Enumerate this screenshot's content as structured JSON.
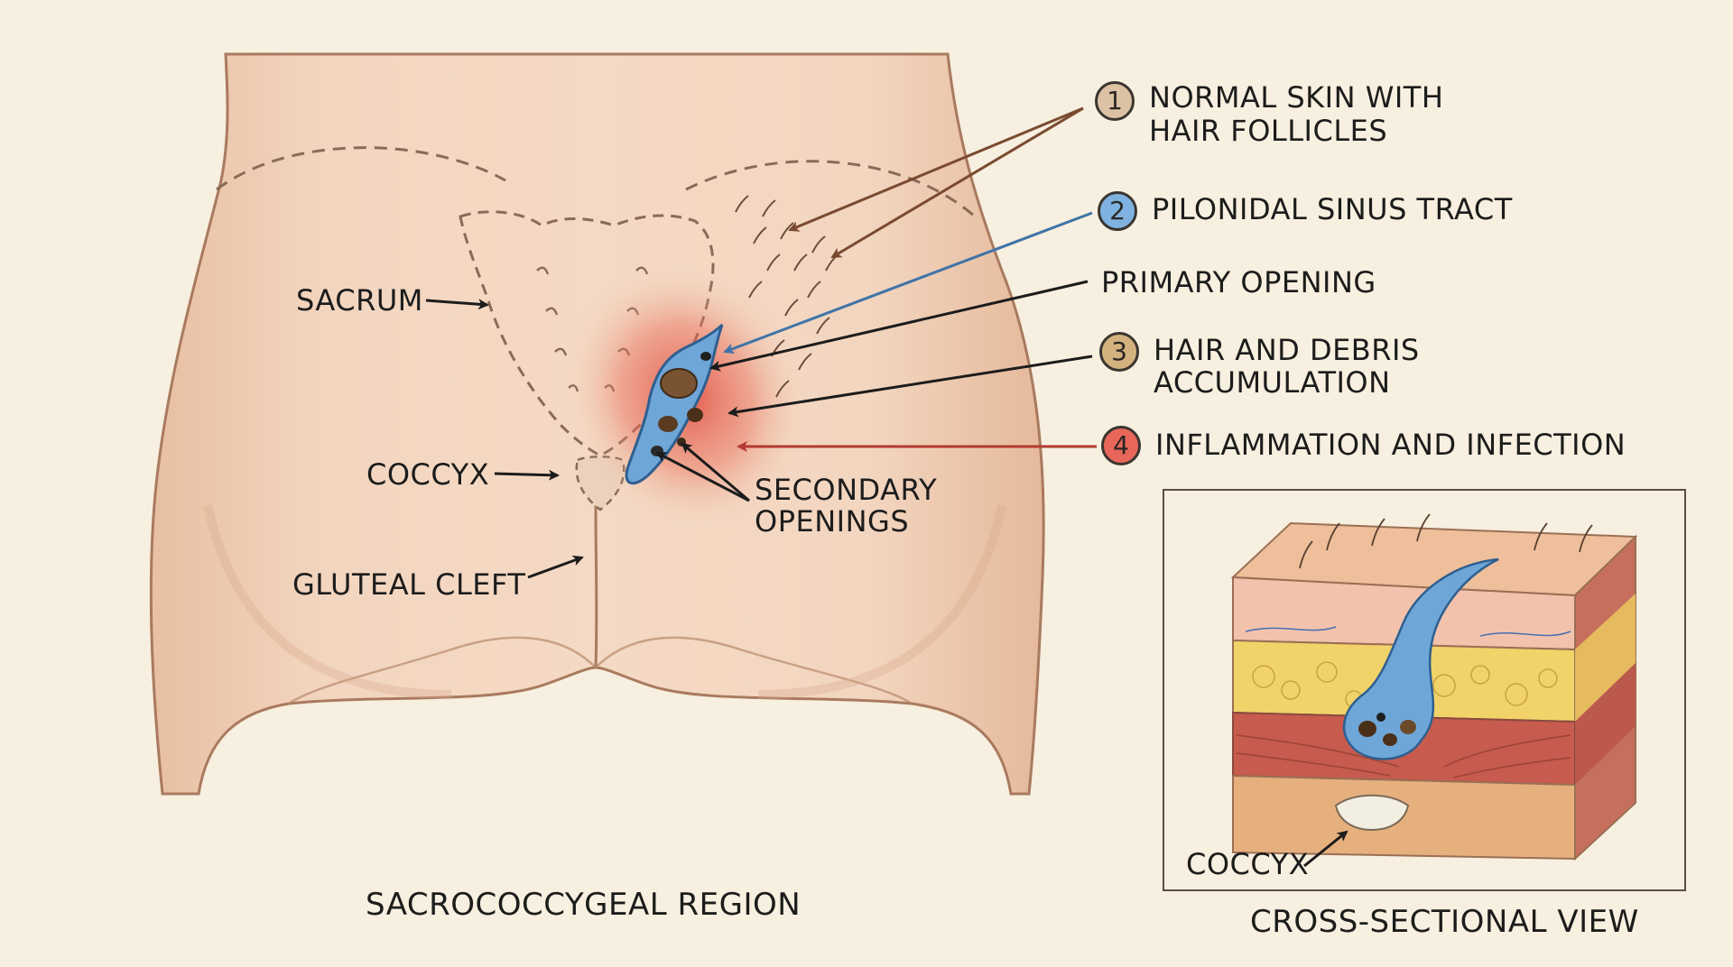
{
  "colors": {
    "background": "#f7efdf",
    "skin": "#f1d3bb",
    "skin_shadow": "#d9ab8c",
    "sinus_blue": "#6fa6d8",
    "inflammation_red": "#e0443a",
    "debris_brown": "#6b4a2a",
    "arrow_brown": "#7a4a30",
    "arrow_blue": "#3f74a8",
    "arrow_red": "#b23a30",
    "fat_yellow": "#f1d36a",
    "muscle_red": "#c65b4e"
  },
  "labels": {
    "sacrum": "SACRUM",
    "coccyx": "COCCYX",
    "gluteal_cleft": "GLUTEAL CLEFT",
    "secondary_openings_1": "SECONDARY",
    "secondary_openings_2": "OPENINGS",
    "region_caption": "SACROCOCCYGEAL REGION",
    "cross_section_caption": "CROSS-SECTIONAL VIEW",
    "cross_coccyx": "COCCYX"
  },
  "legend": [
    {
      "number": "1",
      "line1": "NORMAL SKIN WITH",
      "line2": "HAIR FOLLICLES",
      "badge_color": "#dbc2a4"
    },
    {
      "number": "2",
      "line1": "PILONIDAL SINUS TRACT",
      "line2": "",
      "badge_color": "#7fb2e0"
    },
    {
      "number": "",
      "line1": "PRIMARY OPENING",
      "line2": "",
      "badge_color": ""
    },
    {
      "number": "3",
      "line1": "HAIR AND DEBRIS",
      "line2": "ACCUMULATION",
      "badge_color": "#d4b27e"
    },
    {
      "number": "4",
      "line1": "INFLAMMATION AND INFECTION",
      "line2": "",
      "badge_color": "#e8665a"
    }
  ]
}
